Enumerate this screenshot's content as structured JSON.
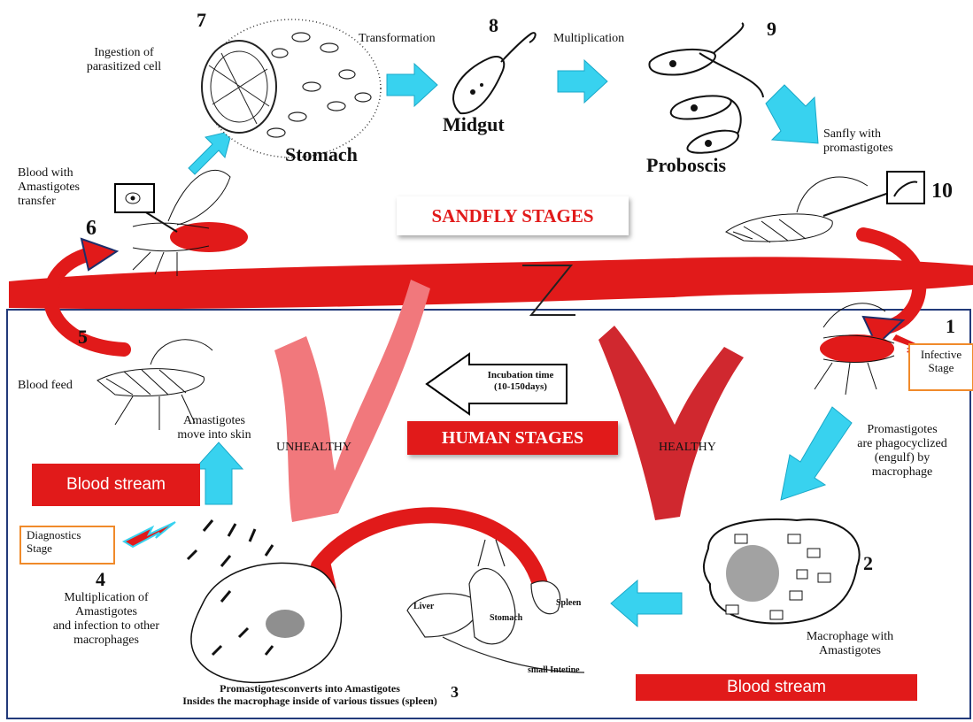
{
  "colors": {
    "red": "#e11a1a",
    "cyan": "#38d2ef",
    "navy": "#223a7a",
    "pinkCheck": "#f1787c",
    "redCheck": "#d0282f",
    "orange": "#f08a2a"
  },
  "sandfly": {
    "title": "SANDFLY STAGES",
    "n7": "7",
    "n8": "8",
    "n9": "9",
    "n10": "10",
    "n6": "6",
    "ingestion": "Ingestion of\nparasitized cell",
    "transformation": "Transformation",
    "multiplication": "Multiplication",
    "stomach": "Stomach",
    "midgut": "Midgut",
    "proboscis": "Proboscis",
    "sandfly_promast": "Sanfly with\npromastigotes",
    "blood_amast": "Blood with\nAmastigotes\ntransfer"
  },
  "human": {
    "title": "HUMAN STAGES",
    "n1": "1",
    "n2": "2",
    "n3": "3",
    "n4": "4",
    "n5": "5",
    "infective": "Infective\nStage",
    "blood_feed": "Blood feed",
    "amast_skin": "Amastigotes\nmove into skin",
    "unhealthy": "UNHEALTHY",
    "healthy": "HEALTHY",
    "incubation": "Incubation time\n(10-150days)",
    "phago": "Promastigotes\nare phagocyclized\n(engulf) by\nmacrophage",
    "blood_stream_left": "Blood stream",
    "blood_stream_right": "Blood stream",
    "diagnostics": "Diagnostics\nStage",
    "multiplication4": "Multiplication of\nAmastigotes\nand infection to other\nmacrophages",
    "macro_amast": "Macrophage with\nAmastigotes",
    "convert": "Promastigotesconverts into Amastigotes\nInsides the macrophage inside of various tissues (spleen)",
    "liver": "Liver",
    "stomach": "Stomach",
    "spleen": "Spleen",
    "intestine": "small Intetine"
  }
}
